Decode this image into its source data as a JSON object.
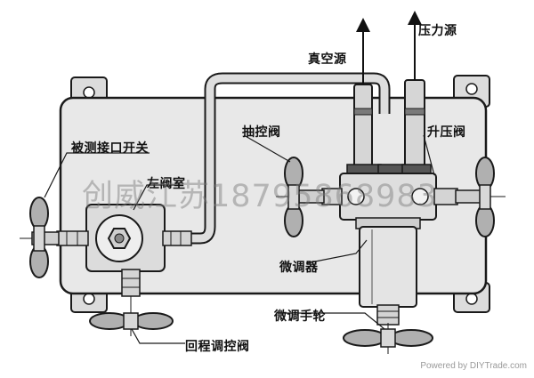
{
  "labels": {
    "pressure_source": "压力源",
    "vacuum_source": "真空源",
    "test_port_switch": "被测接口开关",
    "left_valve_chamber": "左阀室",
    "extraction_control_valve": "抽控阀",
    "boost_valve": "升压阀",
    "fine_regulator": "微调器",
    "fine_adjust_handwheel": "微调手轮",
    "return_control_valve": "回程调控阀"
  },
  "watermark": "创威江苏18795868983",
  "credit": "Powered by DIYTrade.com",
  "colors": {
    "body_fill": "#e8e8e8",
    "line": "#1a1a1a",
    "watermark": "#888888"
  }
}
